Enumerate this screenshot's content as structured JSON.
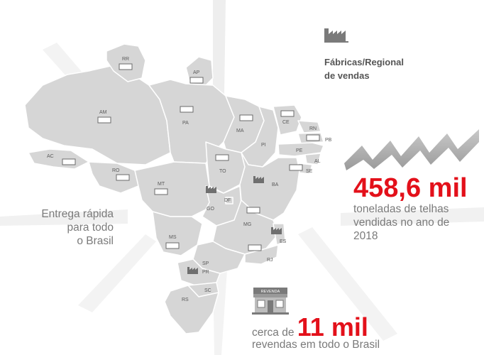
{
  "colors": {
    "accent_red": "#e3101a",
    "map_fill": "#d6d6d6",
    "map_border": "#ffffff",
    "text_gray": "#7a7a7a"
  },
  "legend": {
    "icon": "factory-icon",
    "line1": "Fábricas/Regional",
    "line2": "de vendas"
  },
  "states": [
    {
      "code": "RR"
    },
    {
      "code": "AP"
    },
    {
      "code": "AM"
    },
    {
      "code": "PA"
    },
    {
      "code": "MA"
    },
    {
      "code": "CE"
    },
    {
      "code": "RN"
    },
    {
      "code": "PB"
    },
    {
      "code": "PE"
    },
    {
      "code": "AL"
    },
    {
      "code": "SE"
    },
    {
      "code": "PI"
    },
    {
      "code": "AC"
    },
    {
      "code": "RO"
    },
    {
      "code": "TO"
    },
    {
      "code": "BA"
    },
    {
      "code": "MT"
    },
    {
      "code": "GO"
    },
    {
      "code": "DF"
    },
    {
      "code": "MG"
    },
    {
      "code": "ES"
    },
    {
      "code": "MS"
    },
    {
      "code": "SP"
    },
    {
      "code": "RJ"
    },
    {
      "code": "PR"
    },
    {
      "code": "SC"
    },
    {
      "code": "RS"
    }
  ],
  "delivery": {
    "line1": "Entrega rápida",
    "line2": "para todo",
    "line3": "o Brasil"
  },
  "tonnage": {
    "value": "458,6 mil",
    "line1": "toneladas de telhas",
    "line2": "vendidas no ano de",
    "line3": "2018"
  },
  "resellers": {
    "prefix": "cerca de ",
    "value": "11 mil",
    "line2": "revendas em todo o Brasil",
    "store_sign": "REVENDA"
  }
}
